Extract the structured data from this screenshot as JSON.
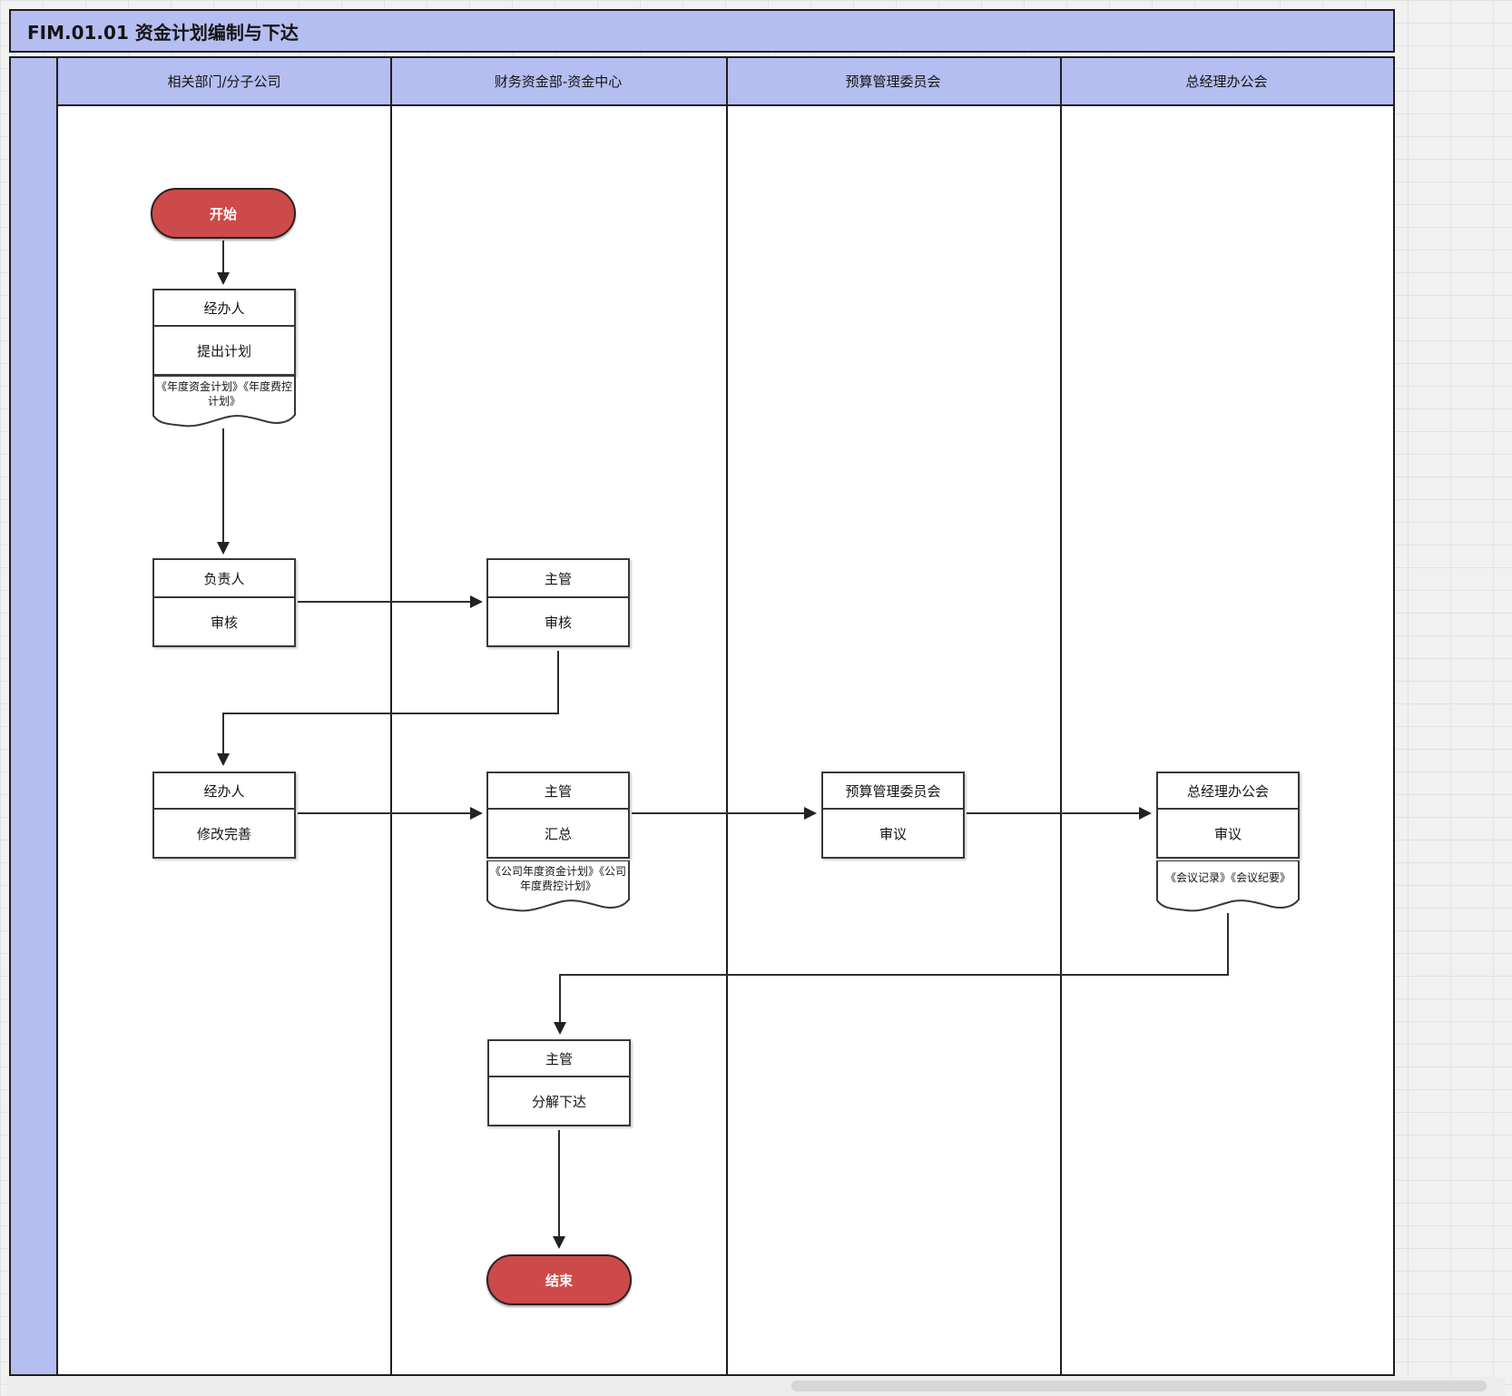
{
  "title": "FIM.01.01 资金计划编制与下达",
  "lanes": [
    {
      "label": "相关部门/分子公司"
    },
    {
      "label": "财务资金部-资金中心"
    },
    {
      "label": "预算管理委员会"
    },
    {
      "label": "总经理办公会"
    }
  ],
  "nodes": {
    "start": {
      "label": "开始"
    },
    "propose": {
      "role": "经办人",
      "action": "提出计划",
      "doc": "《年度资金计划》《年度费控计划》"
    },
    "leader_review": {
      "role": "负责人",
      "action": "审核"
    },
    "manager_review": {
      "role": "主管",
      "action": "审核"
    },
    "revise": {
      "role": "经办人",
      "action": "修改完善"
    },
    "summarize": {
      "role": "主管",
      "action": "汇总",
      "doc": "《公司年度资金计划》《公司年度费控计划》"
    },
    "budget_committee": {
      "role": "预算管理委员会",
      "action": "审议"
    },
    "gm_office": {
      "role": "总经理办公会",
      "action": "审议",
      "doc": "《会议记录》《会议纪要》"
    },
    "issue": {
      "role": "主管",
      "action": "分解下达"
    },
    "end": {
      "label": "结束"
    }
  },
  "colors": {
    "lane-blue": "#b4bef0",
    "accent-red": "#cd4a4a",
    "line-dark": "#2e2e2e"
  }
}
